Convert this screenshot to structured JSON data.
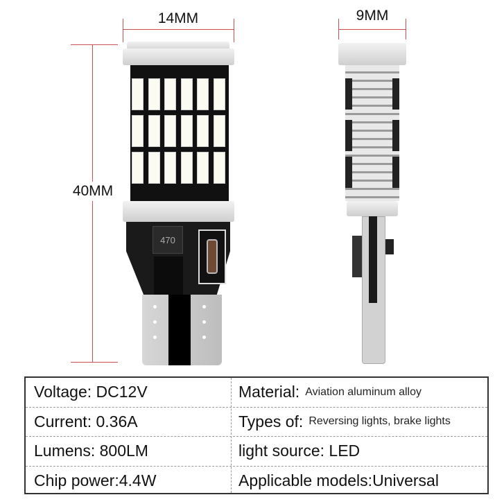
{
  "dimensions": {
    "width": "14MM",
    "height": "40MM",
    "depth": "9MM"
  },
  "chip_marking": "470",
  "specs": [
    {
      "label": "Voltage:",
      "value": "DC12V",
      "label2": "Material:",
      "value2": "Aviation aluminum alloy"
    },
    {
      "label": "Current:",
      "value": "0.36A",
      "label2": "Types of:",
      "value2": "Reversing lights, brake lights"
    },
    {
      "label": "Lumens:",
      "value": "800LM",
      "label2": "light source:",
      "value2": "LED"
    },
    {
      "label": "Chip power:",
      "value": "4.4W",
      "label2": "Applicable models:",
      "value2": "Universal"
    }
  ]
}
